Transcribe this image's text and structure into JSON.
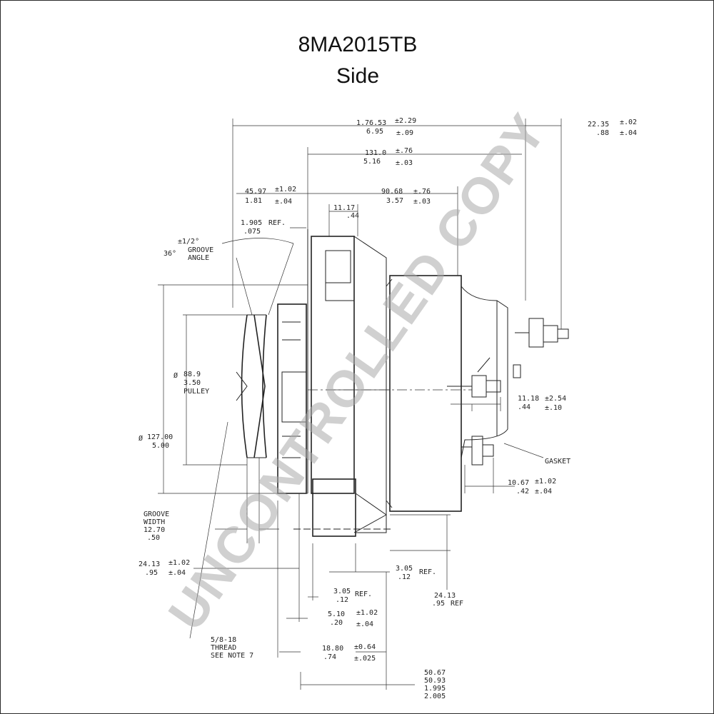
{
  "title": "8MA2015TB",
  "subtitle": "Side",
  "watermark": "UNCONTROLLED COPY",
  "dims": {
    "overall_mm": "1.76.53",
    "overall_mm_tol": "±2.29",
    "overall_in": "6.95",
    "overall_in_tol": "±.09",
    "stud_mm": "22.35",
    "stud_mm_tol": "±.02",
    "stud_in": ".88",
    "stud_in_tol": "±.04",
    "body_mm": "131.0",
    "body_mm_tol": "±.76",
    "body_in": "5.16",
    "body_in_tol": "±.03",
    "pulley_off_mm": "45.97",
    "pulley_off_mm_tol": "±1.02",
    "pulley_off_in": "1.81",
    "pulley_off_in_tol": "±.04",
    "frame_mm": "90.68",
    "frame_mm_tol": "±.76",
    "frame_in": "3.57",
    "frame_in_tol": "±.03",
    "hub_mm": "11.17",
    "hub_in": ".44",
    "ref1_mm": "1.905",
    "ref1_label": "REF.",
    "ref1_in": ".075",
    "groove_tol": "±1/2°",
    "groove_deg": "36°",
    "groove_l1": "GROOVE",
    "groove_l2": "ANGLE",
    "pulley_dia_sym": "Ø",
    "pulley_mm": "88.9",
    "pulley_in": "3.50",
    "pulley_label": "PULLEY",
    "outer_dia_mm": "127.00",
    "outer_dia_in": "5.00",
    "term_mm": "11.18",
    "term_mm_tol": "±2.54",
    "term_in": ".44",
    "term_in_tol": "±.10",
    "gasket": "GASKET",
    "term2_mm": "10.67",
    "term2_mm_tol": "±1.02",
    "term2_in": ".42",
    "term2_in_tol": "±.04",
    "gw_l1": "GROOVE",
    "gw_l2": "WIDTH",
    "gw_mm": "12.70",
    "gw_in": ".50",
    "left_mm": "24.13",
    "left_mm_tol": "±1.02",
    "left_in": ".95",
    "left_in_tol": "±.04",
    "foot_mm": "3.05",
    "foot_label": "REF.",
    "foot_in": ".12",
    "foot2_mm": "3.05",
    "foot2_label": "REF.",
    "foot2_in": ".12",
    "right_ref_mm": "24.13",
    "right_ref_in": ".95",
    "right_ref_label": "REF",
    "m5_mm": "5.10",
    "m5_mm_tol": "±1.02",
    "m5_in": ".20",
    "m5_in_tol": "±.04",
    "thread_l1": "5/8-18",
    "thread_l2": "THREAD",
    "thread_l3": "SEE NOTE 7",
    "m18_mm": "18.80",
    "m18_mm_tol": "±0.64",
    "m18_in": ".74",
    "m18_in_tol": "±.025",
    "bore_a": "50.67",
    "bore_b": "50.93",
    "bore_c": "1.995",
    "bore_d": "2.005"
  }
}
